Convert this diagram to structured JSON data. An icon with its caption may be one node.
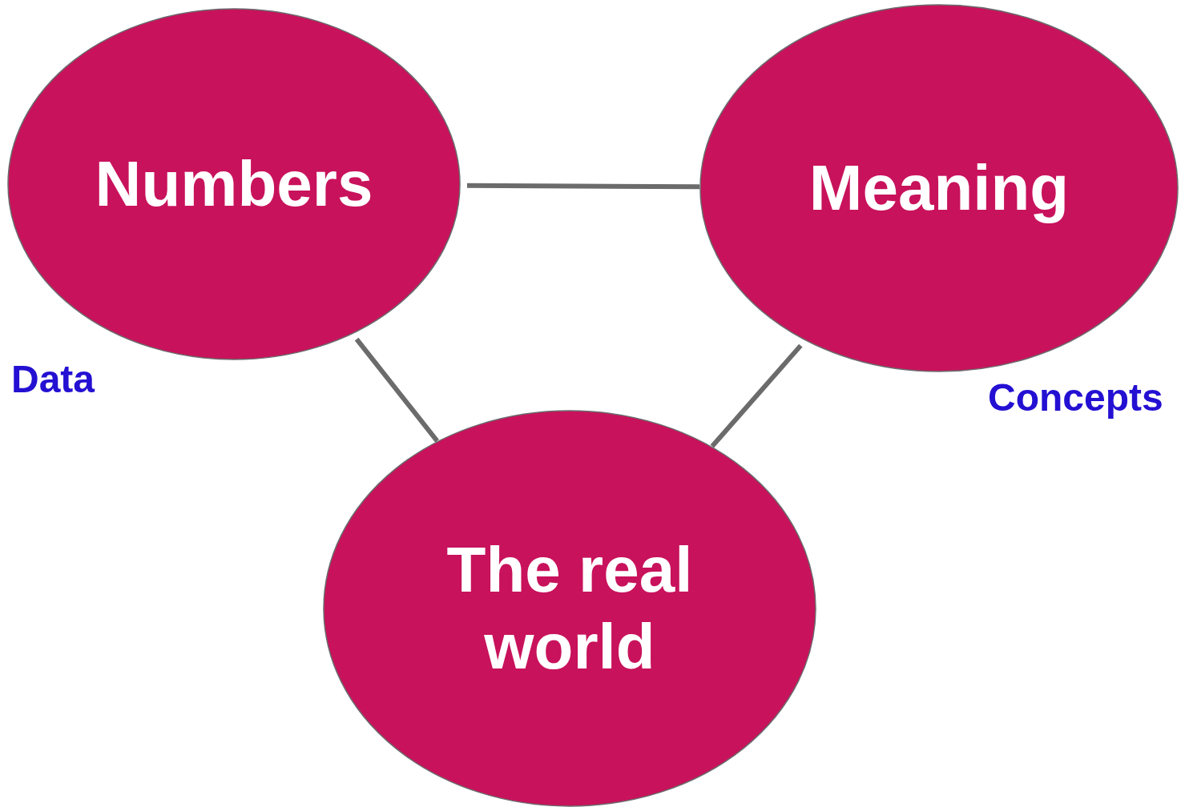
{
  "diagram": {
    "nodes": [
      {
        "text": [
          "Numbers"
        ],
        "beside": [
          "Data"
        ]
      },
      {
        "text": [
          "Meaning"
        ],
        "beside": [
          "Concepts"
        ]
      },
      {
        "text": [
          "The real world"
        ]
      }
    ],
    "edges": [
      {
        "from": 0,
        "to": 1,
        "arrow": "none"
      },
      {
        "from": 0,
        "to": 2,
        "arrow": "none"
      },
      {
        "from": 1,
        "to": 2,
        "arrow": "none"
      }
    ]
  }
}
